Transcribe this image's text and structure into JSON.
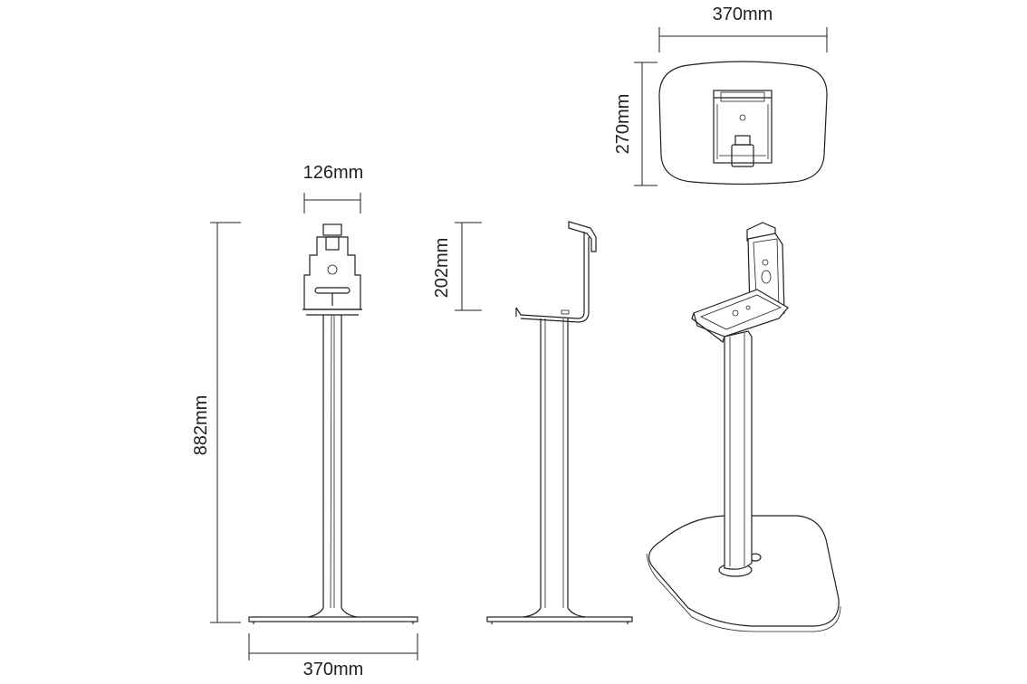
{
  "dimensions": {
    "top_width": "370mm",
    "top_depth": "270mm",
    "bracket_width": "126mm",
    "bracket_height": "202mm",
    "total_height": "882mm",
    "base_width": "370mm"
  },
  "colors": {
    "line": "#1f1f1f",
    "background": "#ffffff"
  }
}
